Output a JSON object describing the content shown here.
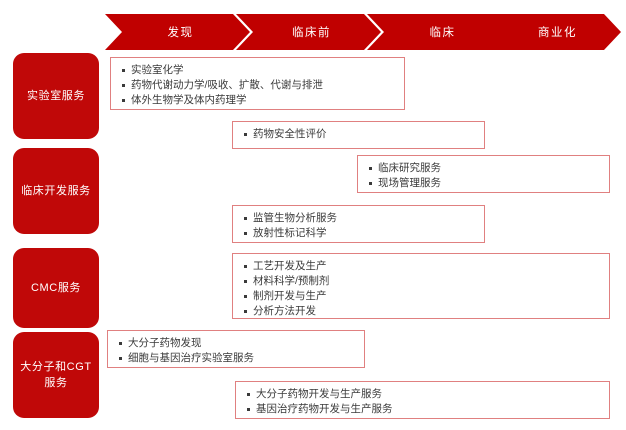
{
  "phases": [
    {
      "label": "发现"
    },
    {
      "label": "临床前"
    },
    {
      "label": "临床"
    },
    {
      "label": "商业化"
    }
  ],
  "categories": [
    {
      "label": "实验室服务"
    },
    {
      "label": "临床开发服务"
    },
    {
      "label": "CMC服务"
    },
    {
      "label": "大分子和CGT服务"
    }
  ],
  "boxes": [
    {
      "name": "lab-services-discovery-box",
      "items": [
        "实验室化学",
        "药物代谢动力学/吸收、扩散、代谢与排泄",
        "体外生物学及体内药理学"
      ]
    },
    {
      "name": "drug-safety-evaluation-box",
      "items": [
        "药物安全性评价"
      ]
    },
    {
      "name": "clinical-research-box",
      "items": [
        "临床研究服务",
        "现场管理服务"
      ]
    },
    {
      "name": "bioanalysis-box",
      "items": [
        "监管生物分析服务",
        "放射性标记科学"
      ]
    },
    {
      "name": "cmc-box",
      "items": [
        "工艺开发及生产",
        "材料科学/预制剂",
        "制剂开发与生产",
        "分析方法开发"
      ]
    },
    {
      "name": "large-molecule-discovery-box",
      "items": [
        "大分子药物发现",
        "细胞与基因治疗实验室服务"
      ]
    },
    {
      "name": "large-molecule-manufacturing-box",
      "items": [
        "大分子药物开发与生产服务",
        "基因治疗药物开发与生产服务"
      ]
    }
  ],
  "colors": {
    "arrow_red": "#C00000",
    "pill_red": "#C00808",
    "box_border": "#E08080",
    "text": "#3a3a3a",
    "background": "#FFFFFF"
  }
}
